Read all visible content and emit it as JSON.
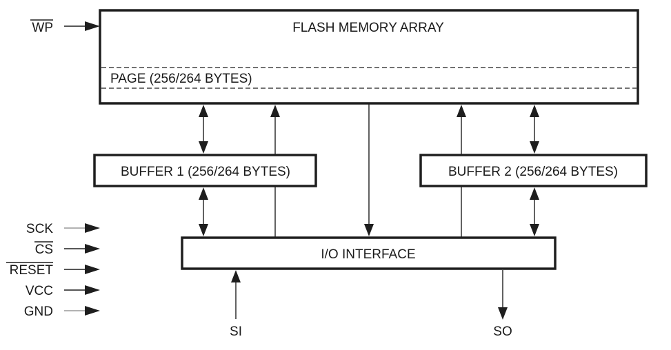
{
  "diagram": {
    "flash_array": {
      "title": "FLASH MEMORY ARRAY",
      "page_label": "PAGE (256/264 BYTES)"
    },
    "buffer1": {
      "label": "BUFFER 1 (256/264 BYTES)"
    },
    "buffer2": {
      "label": "BUFFER 2 (256/264 BYTES)"
    },
    "io_interface": {
      "label": "I/O INTERFACE"
    },
    "pins": {
      "wp": {
        "label": "WP",
        "active_low": true
      },
      "sck": {
        "label": "SCK",
        "active_low": false
      },
      "cs": {
        "label": "CS",
        "active_low": true
      },
      "reset": {
        "label": "RESET",
        "active_low": true
      },
      "vcc": {
        "label": "VCC",
        "active_low": false
      },
      "gnd": {
        "label": "GND",
        "active_low": false
      },
      "si": {
        "label": "SI"
      },
      "so": {
        "label": "SO"
      }
    }
  }
}
